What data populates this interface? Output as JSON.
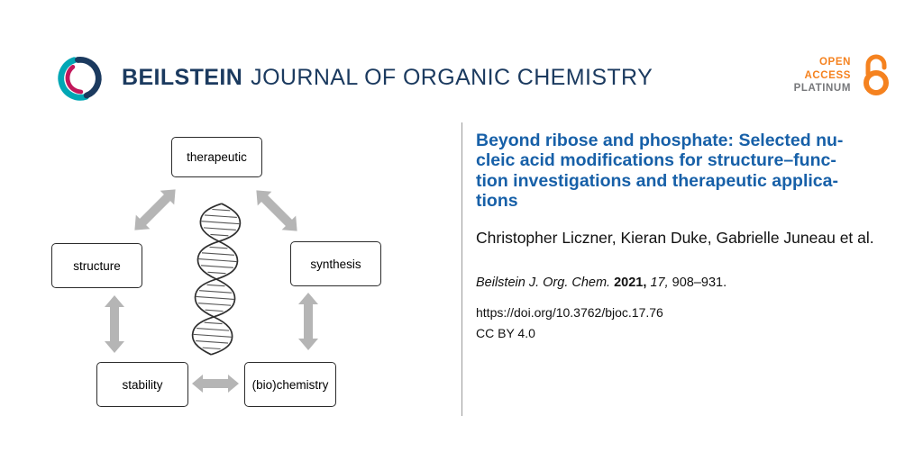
{
  "header": {
    "journal_bold": "BEILSTEIN",
    "journal_rest": "JOURNAL OF ORGANIC CHEMISTRY",
    "open_access": {
      "line1": "OPEN",
      "line2": "ACCESS",
      "line3": "PLATINUM"
    },
    "icons": {
      "logo": "beilstein-swirl-logo",
      "open_access": "open-lock-icon"
    }
  },
  "diagram": {
    "description": "DNA double helix surrounded by five concept boxes linked by double-headed arrows",
    "nodes": [
      {
        "id": "therapeutic",
        "label": "therapeutic"
      },
      {
        "id": "structure",
        "label": "structure"
      },
      {
        "id": "synthesis",
        "label": "synthesis"
      },
      {
        "id": "stability",
        "label": "stability"
      },
      {
        "id": "biochemistry",
        "label": "(bio)chemistry"
      }
    ]
  },
  "article": {
    "title_lines": [
      "Beyond ribose and phosphate: Selected nu-",
      "cleic acid modifications for structure–func-",
      "tion investigations and therapeutic applica-",
      "tions"
    ],
    "authors": "Christopher Liczner, Kieran Duke, Gabrielle Juneau et al.",
    "citation": {
      "journal": "Beilstein J. Org. Chem.",
      "year": "2021,",
      "volume": "17,",
      "pages": "908–931."
    },
    "doi": "https://doi.org/10.3762/bjoc.17.76",
    "license": "CC BY 4.0"
  },
  "colors": {
    "navy": "#1b3a5f",
    "title_blue": "#1760a8",
    "orange": "#f5821f",
    "platinum_gray": "#77787b",
    "arrow_gray": "#b5b5b5",
    "teal": "#00a7b5",
    "magenta": "#c2175b"
  }
}
